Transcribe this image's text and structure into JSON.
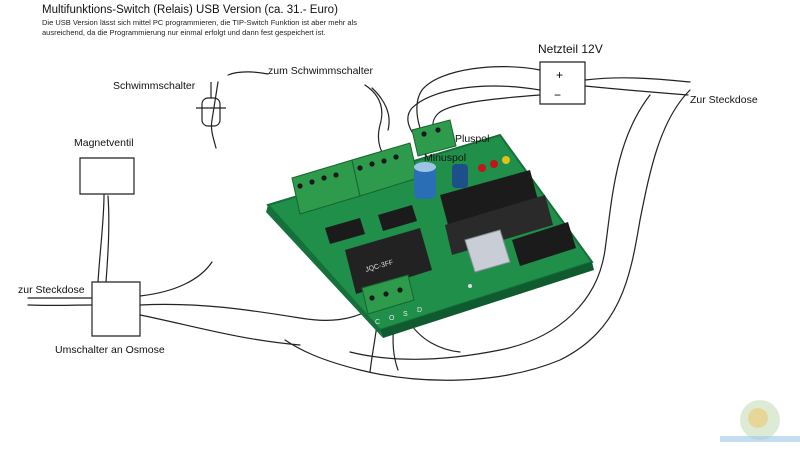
{
  "header": {
    "title": "Multifunktions-Switch (Relais) USB Version (ca. 31.- Euro)",
    "desc_line1": "Die USB Version lässt sich mittel PC programmieren, die TIP-Switch Funktion ist aber mehr als",
    "desc_line2": "ausreichend, da die Programmierung nur einmal erfolgt und dann fest gespeichert ist."
  },
  "labels": {
    "schwimmschalter": "Schwimmschalter",
    "zum_schwimmschalter": "zum Schwimmschalter",
    "netzteil": "Netzteil 12V",
    "zur_steckdose_right": "Zur Steckdose",
    "magnetventil": "Magnetventil",
    "pluspol": "Pluspol",
    "minuspol": "Minuspol",
    "zur_steckdose_left": "zur Steckdose",
    "umschalter": "Umschalter an Osmose"
  },
  "netzteil_box": {
    "plus": "+",
    "minus": "−"
  },
  "board": {
    "relay_text": "JQC-3FF",
    "terminal_letters": [
      "C",
      "O",
      "S",
      "D"
    ]
  },
  "colors": {
    "pcb": "#1f8f4a",
    "pcb_dark": "#15703a",
    "terminal": "#2e9a4c",
    "chip": "#1b1b1b",
    "relay": "#222222",
    "wire": "#222222",
    "red_cap": "#c0161a",
    "capacitor": "#2a6fb5",
    "usb": "#c9ced6"
  }
}
